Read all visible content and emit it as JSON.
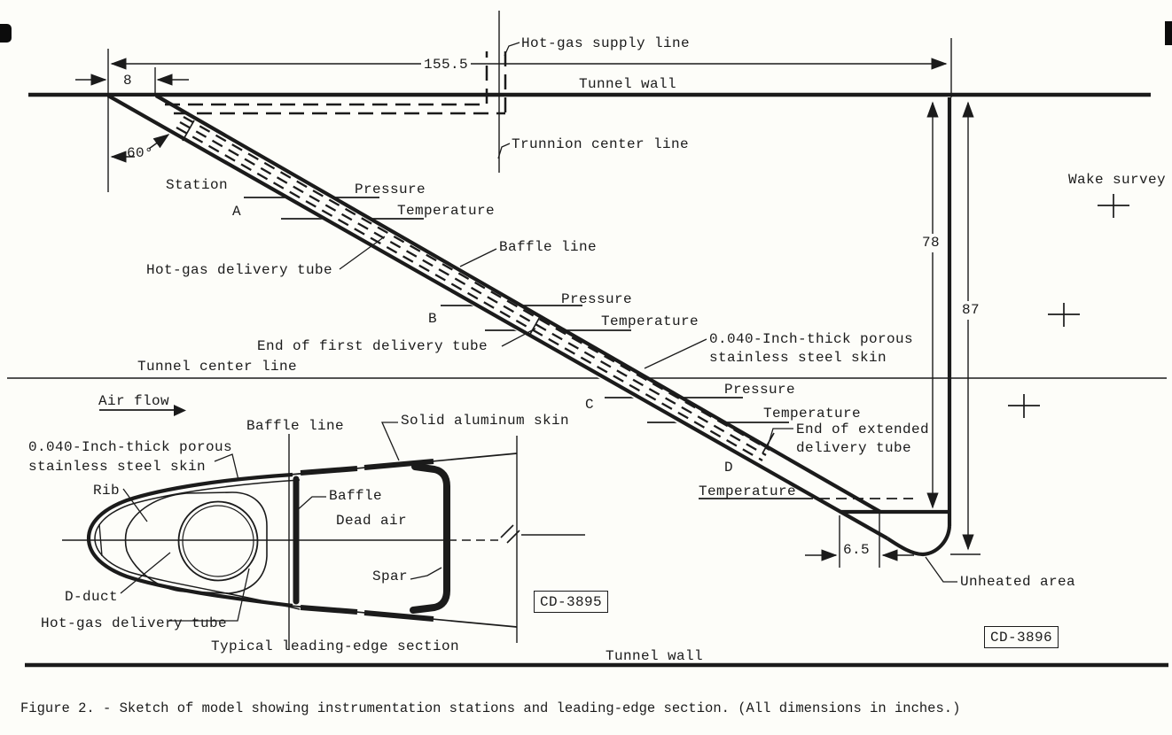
{
  "figure": {
    "caption": "Figure 2. - Sketch of model showing instrumentation stations and leading-edge section. (All dimensions in inches.)",
    "code_left": "CD-3895",
    "code_right": "CD-3896"
  },
  "dimensions": {
    "overall_length": "155.5",
    "root_offset": "8",
    "sweep_angle": "60°",
    "height_to_lower_surface": "78",
    "height_to_tip": "87",
    "tip_width": "6.5"
  },
  "labels": {
    "hot_gas_supply_line": "Hot-gas supply line",
    "tunnel_wall_top": "Tunnel wall",
    "tunnel_wall_bottom": "Tunnel wall",
    "trunnion_center_line": "Trunnion center line",
    "wake_survey": "Wake survey",
    "station": "Station",
    "hot_gas_delivery_tube": "Hot-gas delivery tube",
    "baffle_line": "Baffle line",
    "end_of_first_delivery_tube": "End of first delivery tube",
    "porous_skin_main": "0.040-Inch-thick porous\nstainless steel skin",
    "tunnel_center_line": "Tunnel center line",
    "end_of_extended_delivery_tube": "End of extended\ndelivery tube",
    "unheated_area": "Unheated area",
    "air_flow": "Air flow",
    "baffle_line_section": "Baffle line",
    "solid_aluminum_skin": "Solid aluminum skin",
    "porous_skin_section": "0.040-Inch-thick porous\nstainless steel skin",
    "rib": "Rib",
    "baffle": "Baffle",
    "dead_air": "Dead air",
    "d_duct": "D-duct",
    "spar": "Spar",
    "hot_gas_delivery_tube_section": "Hot-gas delivery tube",
    "typical_leading_edge_section": "Typical leading-edge section"
  },
  "stations": [
    {
      "id": "A",
      "pressure": "Pressure",
      "temperature": "Temperature"
    },
    {
      "id": "B",
      "pressure": "Pressure",
      "temperature": "Temperature"
    },
    {
      "id": "C",
      "pressure": "Pressure",
      "temperature": "Temperature"
    },
    {
      "id": "D",
      "temperature": "Temperature"
    }
  ]
}
